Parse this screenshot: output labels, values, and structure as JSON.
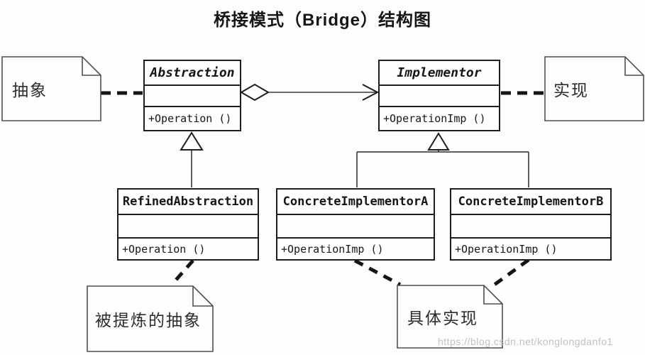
{
  "title": "桥接模式（Bridge）结构图",
  "diagram": {
    "classes": [
      {
        "id": "abstraction",
        "name": "Abstraction",
        "abstract": true,
        "attributes": [],
        "methods": [
          "+Operation ()"
        ]
      },
      {
        "id": "implementor",
        "name": "Implementor",
        "abstract": true,
        "attributes": [],
        "methods": [
          "+OperationImp ()"
        ]
      },
      {
        "id": "refined-abstraction",
        "name": "RefinedAbstraction",
        "abstract": false,
        "attributes": [],
        "methods": [
          "+Operation ()"
        ]
      },
      {
        "id": "concrete-implementor-a",
        "name": "ConcreteImplementorA",
        "abstract": false,
        "attributes": [],
        "methods": [
          "+OperationImp ()"
        ]
      },
      {
        "id": "concrete-implementor-b",
        "name": "ConcreteImplementorB",
        "abstract": false,
        "attributes": [],
        "methods": [
          "+OperationImp ()"
        ]
      }
    ],
    "notes": [
      {
        "id": "note-abstraction",
        "text": "抽象",
        "attached_to": "Abstraction"
      },
      {
        "id": "note-implementor",
        "text": "实现",
        "attached_to": "Implementor"
      },
      {
        "id": "note-refined",
        "text": "被提炼的抽象",
        "attached_to": "RefinedAbstraction"
      },
      {
        "id": "note-concrete",
        "text": "具体实现",
        "attached_to": [
          "ConcreteImplementorA",
          "ConcreteImplementorB"
        ]
      }
    ],
    "relationships": [
      {
        "from": "Abstraction",
        "to": "Implementor",
        "type": "aggregation-with-open-arrow"
      },
      {
        "from": "RefinedAbstraction",
        "to": "Abstraction",
        "type": "generalization"
      },
      {
        "from": "ConcreteImplementorA",
        "to": "Implementor",
        "type": "generalization"
      },
      {
        "from": "ConcreteImplementorB",
        "to": "Implementor",
        "type": "generalization"
      }
    ]
  },
  "watermark": "https://blog.csdn.net/konglongdanfo1",
  "colors": {
    "line": "#1d1d1d",
    "class_border": "#1d1d1d",
    "note_border": "#4f4f4f",
    "text": "#161616",
    "watermark": "#b9c3cc",
    "background": "#fdfdfd"
  }
}
